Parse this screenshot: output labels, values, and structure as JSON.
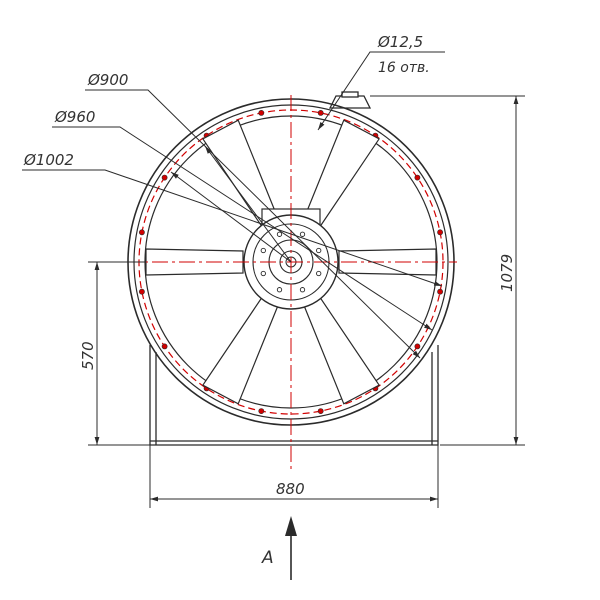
{
  "labels": {
    "d_hole": "Ø12,5",
    "holes_count": "16 отв.",
    "d_900": "Ø900",
    "d_960": "Ø960",
    "d_1002": "Ø1002",
    "height_total": "1079",
    "height_axis": "570",
    "width_base": "880",
    "view_label": "A"
  },
  "colors": {
    "line": "#2b2b2b",
    "center_line": "#d10000",
    "bolt_circle": "#d10000",
    "fill": "#ffffff"
  },
  "icons": {
    "view_arrow": "arrow-up-icon"
  }
}
